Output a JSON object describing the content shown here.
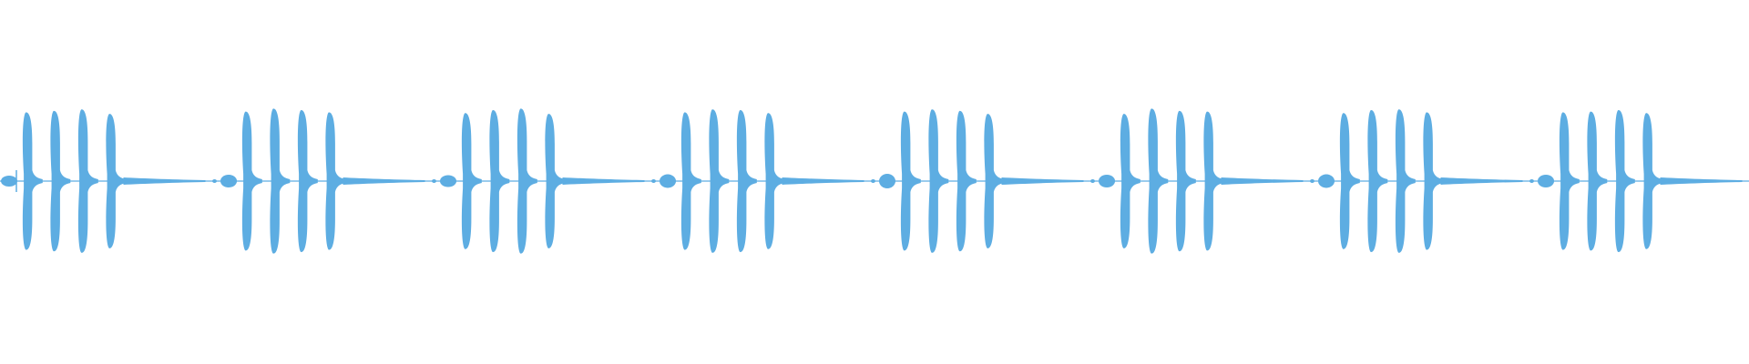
{
  "waveform": {
    "color": "#5dade2",
    "background": "#ffffff",
    "groups": [
      {
        "index": 1,
        "lead_in": 0.12,
        "bursts": [
          0.92,
          0.94,
          0.96,
          0.9
        ]
      },
      {
        "index": 2,
        "lead_in": 0.14,
        "bursts": [
          0.93,
          0.97,
          0.95,
          0.92
        ]
      },
      {
        "index": 3,
        "lead_in": 0.13,
        "bursts": [
          0.91,
          0.95,
          0.97,
          0.9
        ]
      },
      {
        "index": 4,
        "lead_in": 0.15,
        "bursts": [
          0.92,
          0.96,
          0.95,
          0.91
        ]
      },
      {
        "index": 5,
        "lead_in": 0.16,
        "bursts": [
          0.93,
          0.96,
          0.94,
          0.9
        ]
      },
      {
        "index": 6,
        "lead_in": 0.14,
        "bursts": [
          0.9,
          0.97,
          0.94,
          0.93
        ]
      },
      {
        "index": 7,
        "lead_in": 0.15,
        "bursts": [
          0.91,
          0.95,
          0.96,
          0.92
        ]
      },
      {
        "index": 8,
        "lead_in": 0.14,
        "bursts": [
          0.92,
          0.93,
          0.95,
          0.91
        ]
      }
    ],
    "interactable": false
  }
}
